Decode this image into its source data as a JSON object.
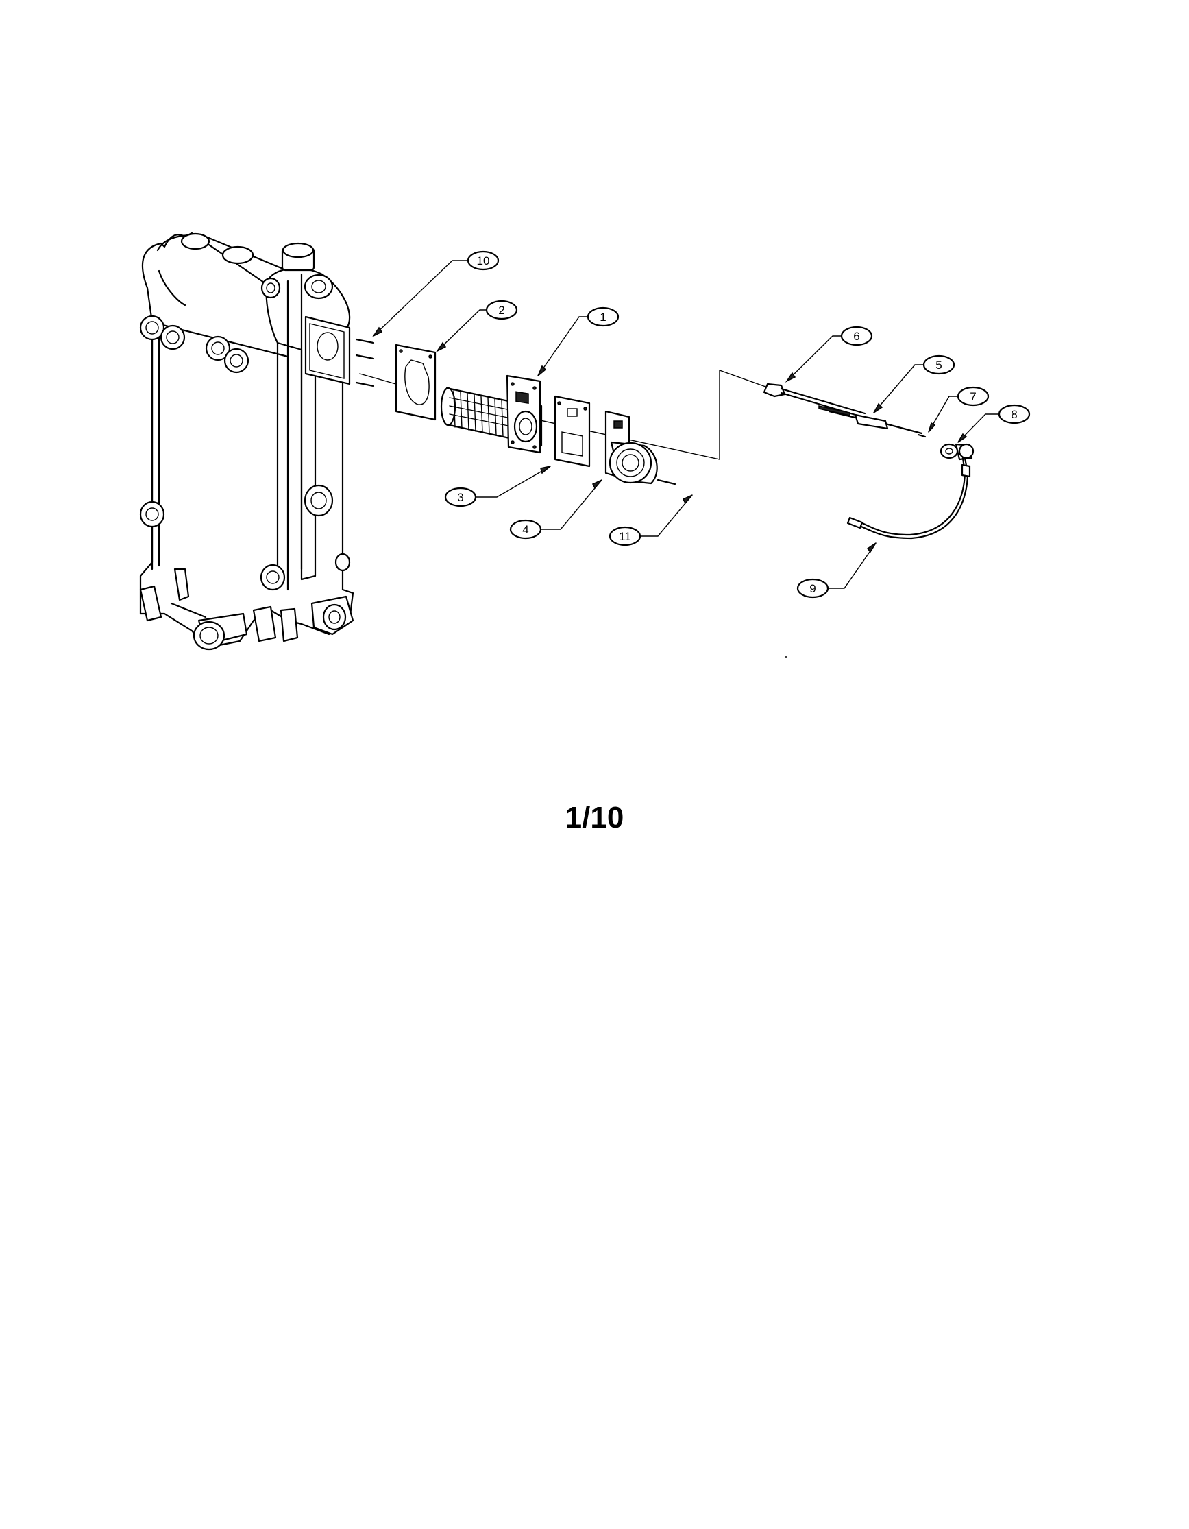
{
  "page": {
    "number_label": "1/10"
  },
  "callouts": [
    {
      "id": "c10",
      "label": "10"
    },
    {
      "id": "c2",
      "label": "2"
    },
    {
      "id": "c1",
      "label": "1"
    },
    {
      "id": "c3",
      "label": "3"
    },
    {
      "id": "c4",
      "label": "4"
    },
    {
      "id": "c11",
      "label": "11"
    },
    {
      "id": "c6",
      "label": "6"
    },
    {
      "id": "c5",
      "label": "5"
    },
    {
      "id": "c7",
      "label": "7"
    },
    {
      "id": "c8",
      "label": "8"
    },
    {
      "id": "c9",
      "label": "9"
    }
  ]
}
